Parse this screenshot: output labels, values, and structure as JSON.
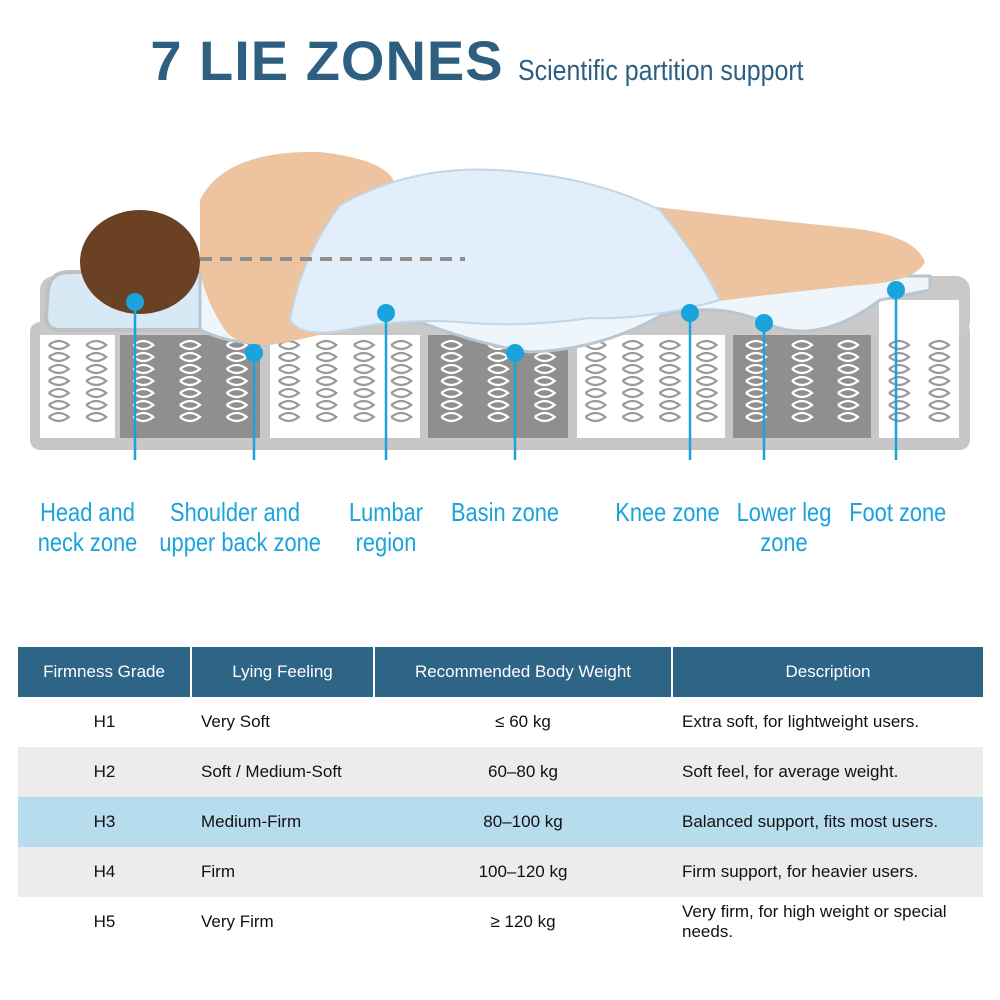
{
  "header": {
    "title": "7 LIE ZONES",
    "subtitle": "Scientific partition support"
  },
  "zones": [
    {
      "line1": "Head and",
      "line2": "neck zone"
    },
    {
      "line1": "Shoulder and",
      "line2": "upper back zone"
    },
    {
      "line1": "Lumbar",
      "line2": "region"
    },
    {
      "line1": "Basin zone",
      "line2": ""
    },
    {
      "line1": "Knee zone",
      "line2": ""
    },
    {
      "line1": "Lower leg",
      "line2": "zone"
    },
    {
      "line1": "Foot zone",
      "line2": ""
    }
  ],
  "table": {
    "headers": [
      "Firmness Grade",
      "Lying Feeling",
      "Recommended Body Weight",
      "Description"
    ],
    "rows": [
      {
        "grade": "H1",
        "feeling": "Very Soft",
        "weight": "≤ 60 kg",
        "description": "Extra soft, for lightweight users."
      },
      {
        "grade": "H2",
        "feeling": "Soft / Medium-Soft",
        "weight": "60–80 kg",
        "description": "Soft feel, for average weight."
      },
      {
        "grade": "H3",
        "feeling": "Medium-Firm",
        "weight": "80–100 kg",
        "description": "Balanced support, fits most users."
      },
      {
        "grade": "H4",
        "feeling": "Firm",
        "weight": "100–120 kg",
        "description": "Firm support, for heavier users."
      },
      {
        "grade": "H5",
        "feeling": "Very Firm",
        "weight": "≥ 120 kg",
        "description": "Very firm, for high weight or special needs."
      }
    ]
  },
  "colors": {
    "title": "#2f5f80",
    "accent": "#1aa3dc",
    "header_bg": "#2e6486",
    "highlight_row": "#b7dcee",
    "alt_row": "#ececec"
  }
}
